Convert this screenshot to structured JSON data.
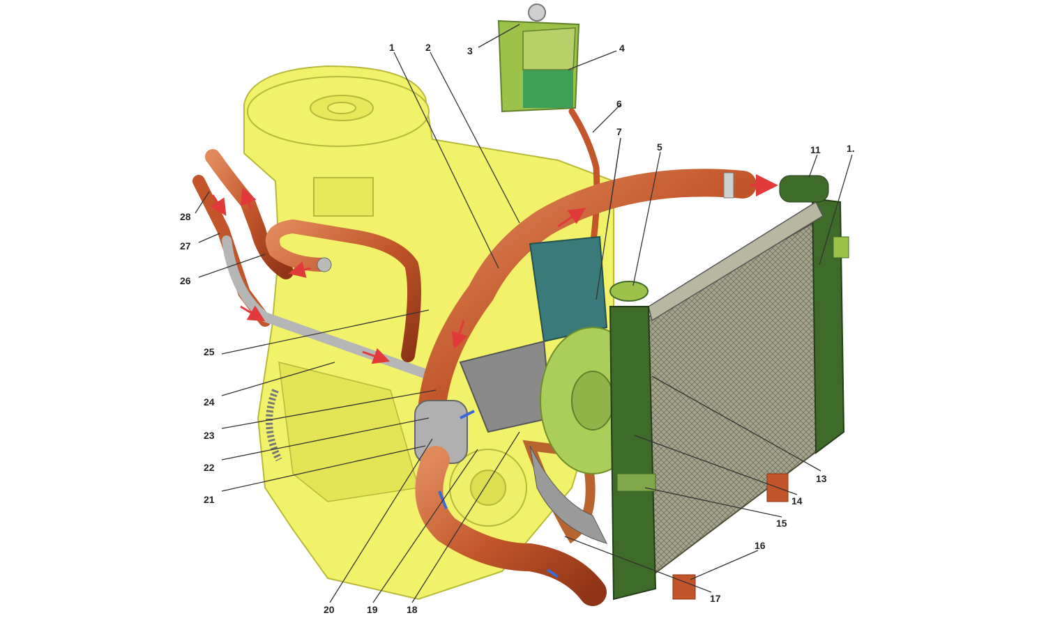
{
  "colors": {
    "engine": "#f2f26a",
    "engine_shade": "#d8d84a",
    "hose": "#c2562a",
    "hose_dark": "#8f3417",
    "hose_light": "#e08a5c",
    "radiator_frame": "#3f6b2a",
    "radiator_core": "#9a9a82",
    "tank": "#9cc24a",
    "fan": "#a9cf5a",
    "pump": "#8a8a8a",
    "flow_red": "#e23a3a",
    "flow_blue": "#3a6ad8",
    "leader": "#333333"
  },
  "callouts": [
    {
      "label": "1"
    },
    {
      "label": "2"
    },
    {
      "label": "3"
    },
    {
      "label": "4"
    },
    {
      "label": "5"
    },
    {
      "label": "6"
    },
    {
      "label": "7"
    },
    {
      "label": "11"
    },
    {
      "label": "1."
    },
    {
      "label": "13"
    },
    {
      "label": "14"
    },
    {
      "label": "15"
    },
    {
      "label": "16"
    },
    {
      "label": "17"
    },
    {
      "label": "18"
    },
    {
      "label": "19"
    },
    {
      "label": "20"
    },
    {
      "label": "21"
    },
    {
      "label": "22"
    },
    {
      "label": "23"
    },
    {
      "label": "24"
    },
    {
      "label": "25"
    },
    {
      "label": "26"
    },
    {
      "label": "27"
    },
    {
      "label": "28"
    }
  ]
}
